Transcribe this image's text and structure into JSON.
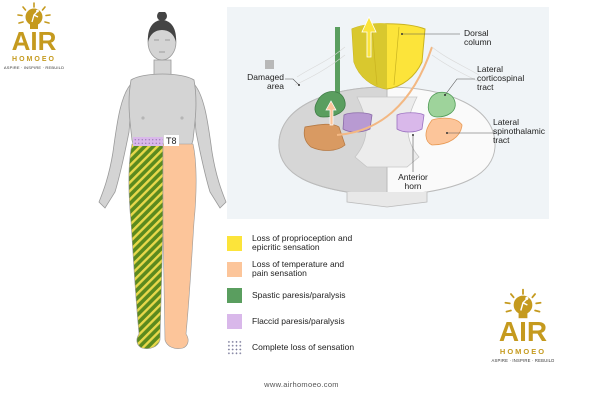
{
  "logo": {
    "brand": "AIR",
    "sub": "HOMOEO",
    "tagline": "ASPIRE · INSPIRE · REBUILD",
    "color": "#c59a1e"
  },
  "figure": {
    "level_label": "T8"
  },
  "cord_labels": {
    "damaged_area": [
      "Damaged",
      "area"
    ],
    "dorsal_column": [
      "Dorsal",
      "column"
    ],
    "lateral_corticospinal": [
      "Lateral",
      "corticospinal",
      "tract"
    ],
    "lateral_spinothalamic": [
      "Lateral",
      "spinothalamic",
      "tract"
    ],
    "anterior_horn": [
      "Anterior",
      "horn"
    ]
  },
  "legend": [
    {
      "lines": [
        "Loss of proprioception and",
        "epicritic sensation"
      ],
      "color": "#fce43a",
      "pattern": "solid"
    },
    {
      "lines": [
        "Loss of temperature and",
        "pain sensation"
      ],
      "color": "#fcc59a",
      "pattern": "solid"
    },
    {
      "lines": [
        "Spastic paresis/paralysis"
      ],
      "color": "#5a9e5f",
      "pattern": "solid"
    },
    {
      "lines": [
        "Flaccid paresis/paralysis"
      ],
      "color": "#d9b8ea",
      "pattern": "solid"
    },
    {
      "lines": [
        "Complete loss of sensation"
      ],
      "color": "#7a7a9a",
      "pattern": "dots"
    }
  ],
  "footer": "www.airhomoeo.com"
}
